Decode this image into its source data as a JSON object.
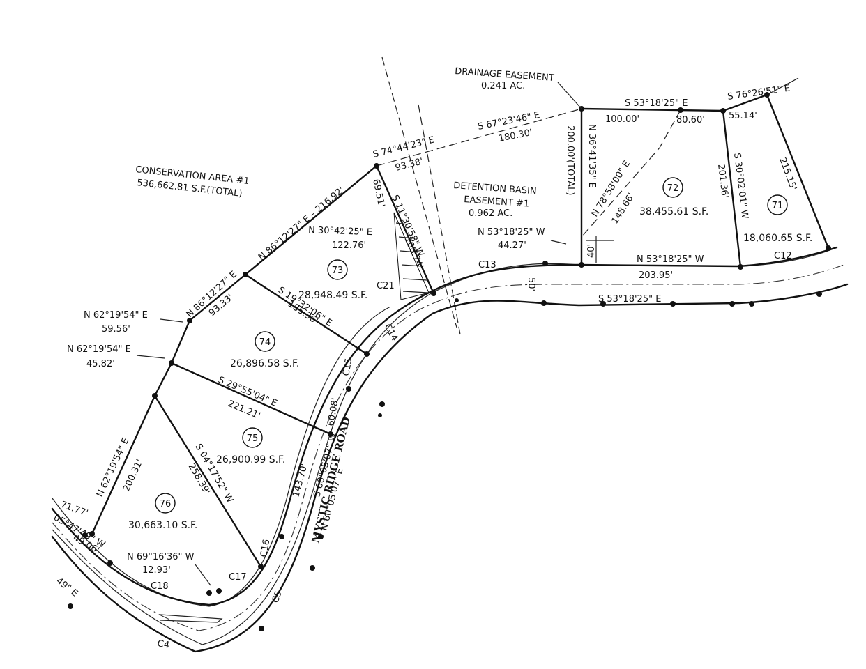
{
  "labels": {
    "conservation_title": "CONSERVATION AREA #1",
    "conservation_area": "536,662.81 S.F.(TOTAL)",
    "drainage_title": "DRAINAGE EASEMENT",
    "drainage_area": "0.241 AC.",
    "detention_title": "DETENTION BASIN",
    "detention_title2": "EASEMENT #1",
    "detention_area": "0.962 AC.",
    "road_name": "MYSTIC RIDGE ROAD"
  },
  "lots": [
    {
      "num": "71",
      "area": "18,060.65 S.F."
    },
    {
      "num": "72",
      "area": "38,455.61 S.F."
    },
    {
      "num": "73",
      "area": "28,948.49 S.F."
    },
    {
      "num": "74",
      "area": "26,896.58 S.F."
    },
    {
      "num": "75",
      "area": "26,900.99 S.F."
    },
    {
      "num": "76",
      "area": "30,663.10 S.F."
    }
  ],
  "bearings": {
    "b_76_26_51": "S 76°26'51\" E",
    "d_55_14": "55.14'",
    "b_53_18_25_top": "S 53°18'25\" E",
    "d_100": "100.00'",
    "d_80_60": "80.60'",
    "b_67_23_46": "S 67°23'46\" E",
    "d_180_30": "180.30'",
    "b_74_44_23": "S 74°44'23\" E",
    "d_93_38": "93.38'",
    "b_36_41_35": "N 36°41'35\" E",
    "d_200_total": "200.00'(TOTAL)",
    "b_78_58_00": "N 78°58'00\" E",
    "d_148_66": "148.66'",
    "b_30_02_01": "S 30°02'01\" W",
    "d_201_36": "201.36'",
    "d_215_15": "215.15'",
    "b_53_18_25_w": "N 53°18'25\" W",
    "d_44_27": "44.27'",
    "d_40": "40'",
    "b_53_18_25_w2": "N 53°18'25\" W",
    "d_203_95": "203.95'",
    "b_53_18_25_e2": "S 53°18'25\" E",
    "d_50": "50'",
    "b_86_12_27": "N 86°12'27\" E – 216.92'",
    "d_69_51": "69.51'",
    "b_11_30_58": "S 11°30'58\" W",
    "d_108_74": "108.74'",
    "b_30_42_25": "N 30°42'25\" E",
    "d_122_76": "122.76'",
    "b_86_12_27_b": "N 86°12'27\" E",
    "d_93_33": "93.33'",
    "b_19_32_06": "S 19°32'06\" E",
    "d_185_36": "185.36'",
    "b_62_19_54_a": "N 62°19'54\" E",
    "d_59_56": "59.56'",
    "b_62_19_54_b": "N 62°19'54\" E",
    "d_45_82": "45.82'",
    "b_29_55_04": "S 29°55'04\" E",
    "d_221_21": "221.21'",
    "d_60_08": "60.08'",
    "b_62_19_54_c": "N 62°19'54\" E",
    "d_200_31": "200.31'",
    "b_04_17_52": "S 04°17'52\" W",
    "d_258_39": "258.39'",
    "b_60_05_07_s": "S 60°05'07\" W",
    "b_60_05_07_n": "N 60°05'07\" E",
    "d_143_70": "143.70'",
    "d_71_77": "71.77'",
    "b_05_47_49": "05°47'49\" W",
    "d_49_06": "49.06'",
    "b_69_16_36": "N 69°16'36\" W",
    "d_12_93": "12.93'",
    "frag_49e": "49\" E"
  },
  "curves": {
    "c4": "C4",
    "c5": "C5",
    "c12": "C12",
    "c13": "C13",
    "c14": "C14",
    "c15": "C15",
    "c16": "C16",
    "c17": "C17",
    "c18": "C18",
    "c21": "C21"
  }
}
